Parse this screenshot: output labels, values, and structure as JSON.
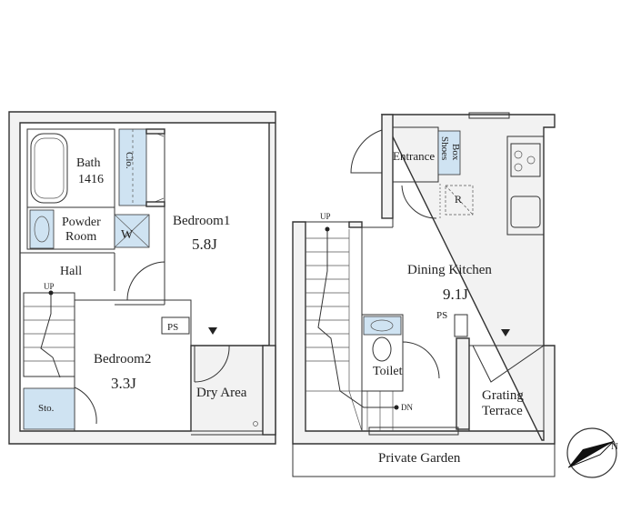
{
  "rooms": {
    "bath": "Bath",
    "bath_size": "1416",
    "closet": "Clo.",
    "powder_room_1": "Powder",
    "powder_room_2": "Room",
    "washer": "W",
    "bedroom1": "Bedroom1",
    "bedroom1_size": "5.8J",
    "hall": "Hall",
    "bedroom2": "Bedroom2",
    "bedroom2_size": "3.3J",
    "storage": "Sto.",
    "dry_area": "Dry Area",
    "entrance": "Entrance",
    "shoes_box_1": "Shoes",
    "shoes_box_2": "Box",
    "refrigerator": "R",
    "dining_kitchen": "Dining Kitchen",
    "dining_kitchen_size": "9.1J",
    "toilet": "Toilet",
    "grating_terrace_1": "Grating",
    "grating_terrace_2": "Terrace",
    "private_garden": "Private Garden"
  },
  "markers": {
    "up_left": "UP",
    "up_right": "UP",
    "dn": "DN",
    "ps_left": "PS",
    "ps_right": "PS"
  },
  "compass": {
    "north_label": "N"
  }
}
